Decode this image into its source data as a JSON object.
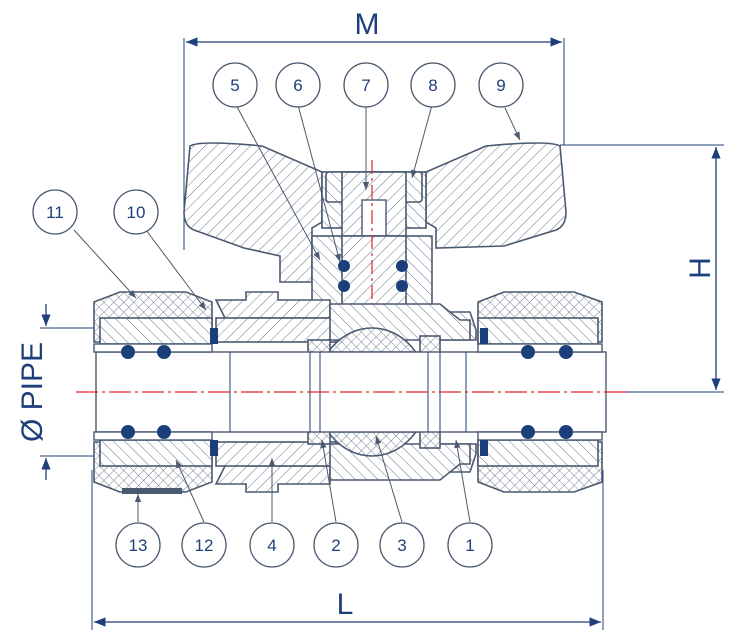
{
  "dimensions": {
    "M": "M",
    "H": "H",
    "L": "L",
    "pipe": "Ø PIPE"
  },
  "callouts": [
    "1",
    "2",
    "3",
    "4",
    "5",
    "6",
    "7",
    "8",
    "9",
    "10",
    "11",
    "12",
    "13"
  ],
  "colors": {
    "outline": "#4a5a70",
    "dimension": "#1f3f7a",
    "axis": "#e0242b",
    "seal": "#1c3f7c"
  }
}
